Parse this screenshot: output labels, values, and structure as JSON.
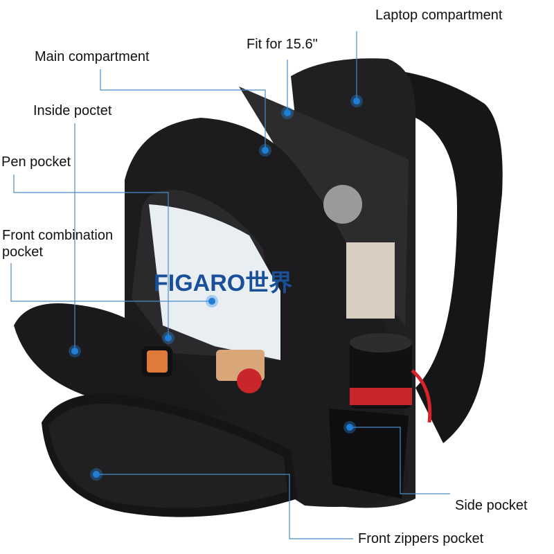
{
  "labels": {
    "laptop_compartment": "Laptop compartment",
    "fit_for": "Fit for 15.6\"",
    "main_compartment": "Main compartment",
    "inside_pocket": "Inside poctet",
    "pen_pocket": "Pen pocket",
    "front_combination_line1": "Front combination",
    "front_combination_line2": "pocket",
    "side_pocket": "Side pocket",
    "front_zippers_pocket": "Front zippers pocket"
  },
  "magazine_text": "FIGARO世界",
  "colors": {
    "callout_line": "#4a8cc9",
    "callout_dot": "#1f7fd8",
    "bag_body": "#1c1c1e",
    "accent_red": "#d8242a"
  }
}
